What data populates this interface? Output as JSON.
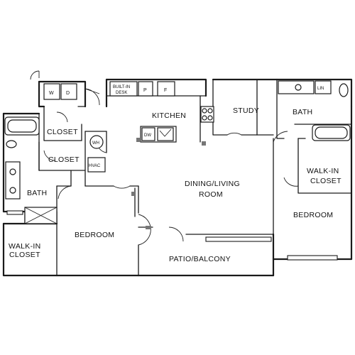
{
  "rooms": {
    "closet_top": "CLOSET",
    "closet_mid": "CLOSET",
    "bath_left": "BATH",
    "walkin_left": [
      "WALK-IN",
      "CLOSET"
    ],
    "bedroom_left": "BEDROOM",
    "kitchen": "KITCHEN",
    "study": "STUDY",
    "dining_living": [
      "DINING/LIVING",
      "ROOM"
    ],
    "patio": "PATIO/BALCONY",
    "bath_right": "BATH",
    "walkin_right": [
      "WALK-IN",
      "CLOSET"
    ],
    "bedroom_right": "BEDROOM"
  },
  "fixtures": {
    "washer": "W",
    "dryer": "D",
    "builtin_desk": [
      "BUILT-IN",
      "DESK"
    ],
    "pantry": "P",
    "fridge": "F",
    "dishwasher": "DW",
    "water_heater": "WH",
    "hvac": "HVAC",
    "linen": "LIN"
  }
}
